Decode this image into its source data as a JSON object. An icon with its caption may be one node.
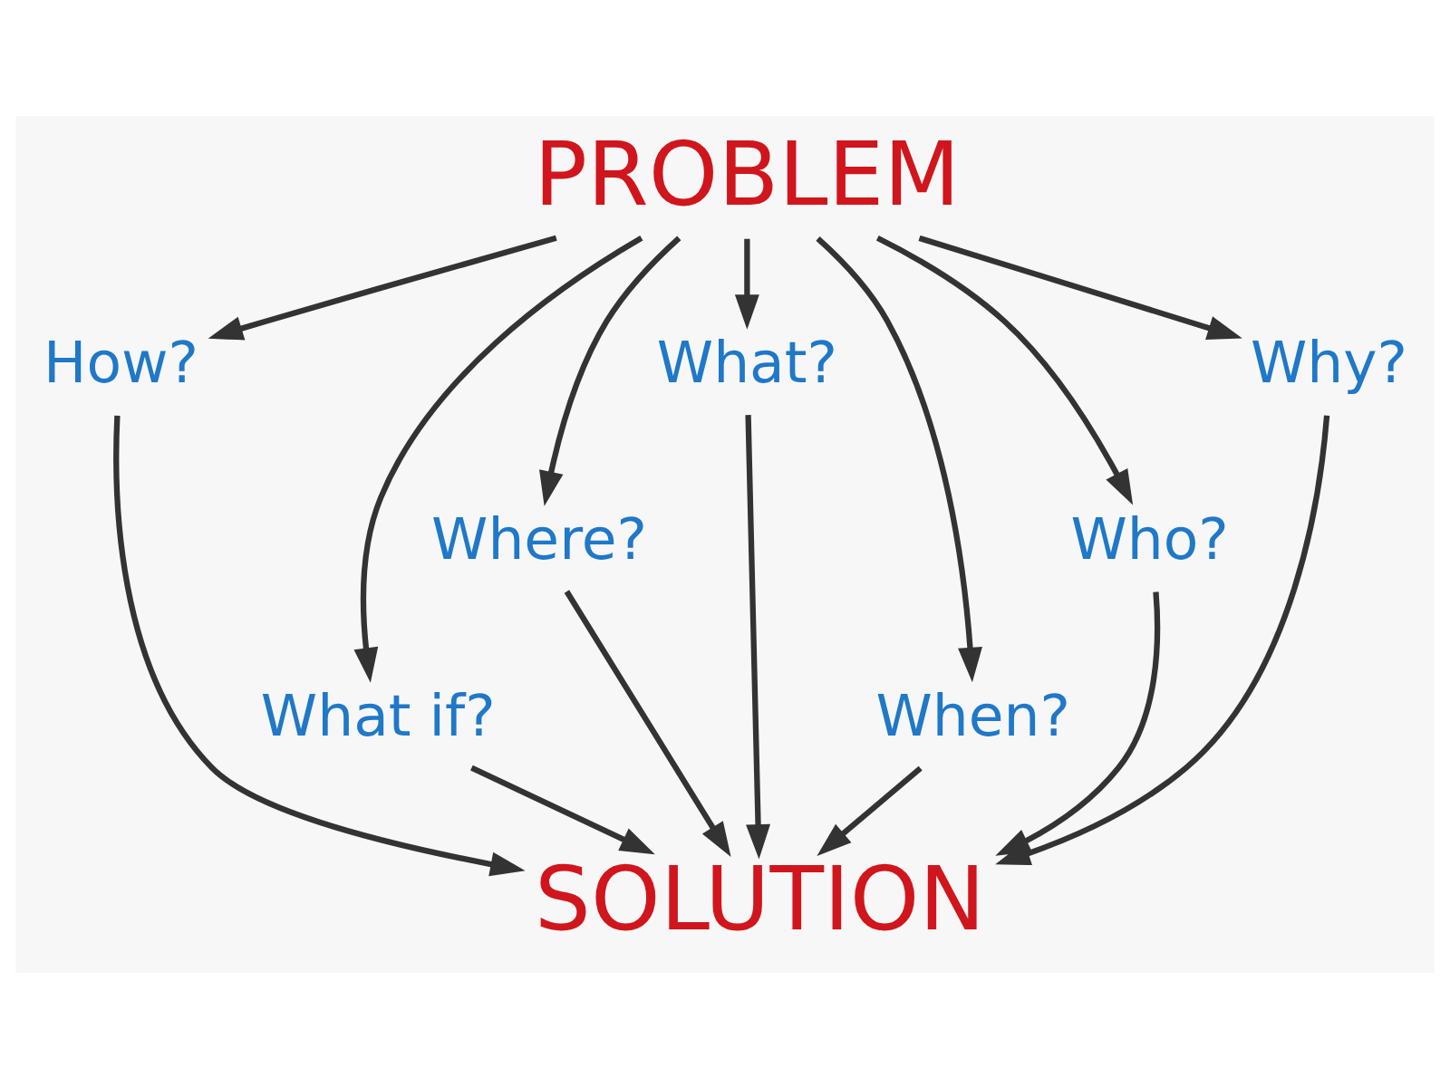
{
  "diagram": {
    "nodes": [
      {
        "text": [
          "PROBLEM"
        ]
      },
      {
        "text": [
          "How?"
        ]
      },
      {
        "text": [
          "Why?"
        ]
      },
      {
        "text": [
          "What?"
        ]
      },
      {
        "text": [
          "Where?"
        ]
      },
      {
        "text": [
          "Who?"
        ]
      },
      {
        "text": [
          "What if?"
        ]
      },
      {
        "text": [
          "When?"
        ]
      },
      {
        "text": [
          "SOLUTION"
        ]
      }
    ],
    "edges": [
      {
        "from": 0,
        "to": 1,
        "arrow": "to"
      },
      {
        "from": 0,
        "to": 6,
        "arrow": "to"
      },
      {
        "from": 0,
        "to": 4,
        "arrow": "to"
      },
      {
        "from": 0,
        "to": 3,
        "arrow": "to"
      },
      {
        "from": 0,
        "to": 7,
        "arrow": "to"
      },
      {
        "from": 0,
        "to": 5,
        "arrow": "to"
      },
      {
        "from": 0,
        "to": 2,
        "arrow": "to"
      },
      {
        "from": 1,
        "to": 8,
        "arrow": "to"
      },
      {
        "from": 6,
        "to": 8,
        "arrow": "to"
      },
      {
        "from": 4,
        "to": 8,
        "arrow": "to"
      },
      {
        "from": 3,
        "to": 8,
        "arrow": "to"
      },
      {
        "from": 7,
        "to": 8,
        "arrow": "to"
      },
      {
        "from": 5,
        "to": 8,
        "arrow": "to"
      },
      {
        "from": 2,
        "to": 8,
        "arrow": "to"
      }
    ]
  }
}
